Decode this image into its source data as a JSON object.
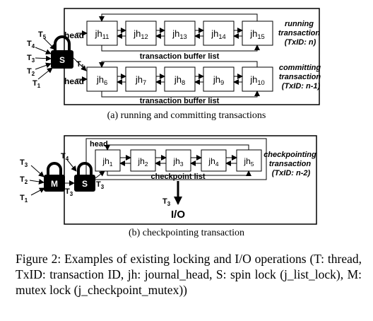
{
  "top": {
    "head_label": "head",
    "running_rows": [
      "jh11",
      "jh12",
      "jh13",
      "jh14",
      "jh15"
    ],
    "committing_rows": [
      "jh6",
      "jh7",
      "jh8",
      "jh9",
      "jh10"
    ],
    "running_label": [
      "running",
      "transaction",
      "(TxID: n)"
    ],
    "committing_label": [
      "committing",
      "transaction",
      "(TxID: n-1)"
    ],
    "buffer_list_label": "transaction buffer list",
    "spin_lock": "S",
    "threads": [
      "T5",
      "T4",
      "T3",
      "T2",
      "T1"
    ],
    "t1_out": "T1"
  },
  "sub_a": "(a)  running and committing transactions",
  "bottom": {
    "head_label": "head",
    "rows": [
      "jh1",
      "jh2",
      "jh3",
      "jh4",
      "jh5"
    ],
    "checkpoint_label": [
      "checkpointing",
      "transaction",
      "(TxID: n-2)"
    ],
    "list_label": "checkpoint list",
    "mutex_lock": "M",
    "spin_lock": "S",
    "threads_m": [
      "T3",
      "T2",
      "T1"
    ],
    "t4": "T4",
    "t3_mid": "T3",
    "t3_after": "T3",
    "t3_io": "T3",
    "io": "I/O"
  },
  "sub_b": "(b)  checkpointing transaction",
  "caption": "Figure 2:  Examples of existing locking and I/O operations (T: thread, TxID: transaction ID, jh:  journal_head, S: spin lock (j_list_lock), M: mutex lock (j_checkpoint_mutex))"
}
